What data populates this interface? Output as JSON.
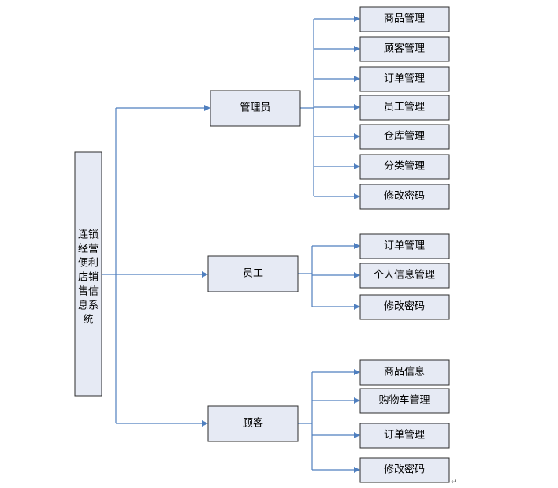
{
  "root": {
    "label_lines": [
      "连锁",
      "经营",
      "便利",
      "店销",
      "售信",
      "息系",
      "统"
    ]
  },
  "roles": [
    {
      "label": "管理员",
      "children": [
        "商品管理",
        "顾客管理",
        "订单管理",
        "员工管理",
        "仓库管理",
        "分类管理",
        "修改密码"
      ]
    },
    {
      "label": "员工",
      "children": [
        "订单管理",
        "个人信息管理",
        "修改密码"
      ]
    },
    {
      "label": "顾客",
      "children": [
        "商品信息",
        "购物车管理",
        "订单管理",
        "修改密码"
      ]
    }
  ],
  "paragraph_mark": "↵",
  "colors": {
    "box_fill": "#e6eaf4",
    "box_border": "#2b2b2b",
    "connector": "#4f7fbf"
  }
}
